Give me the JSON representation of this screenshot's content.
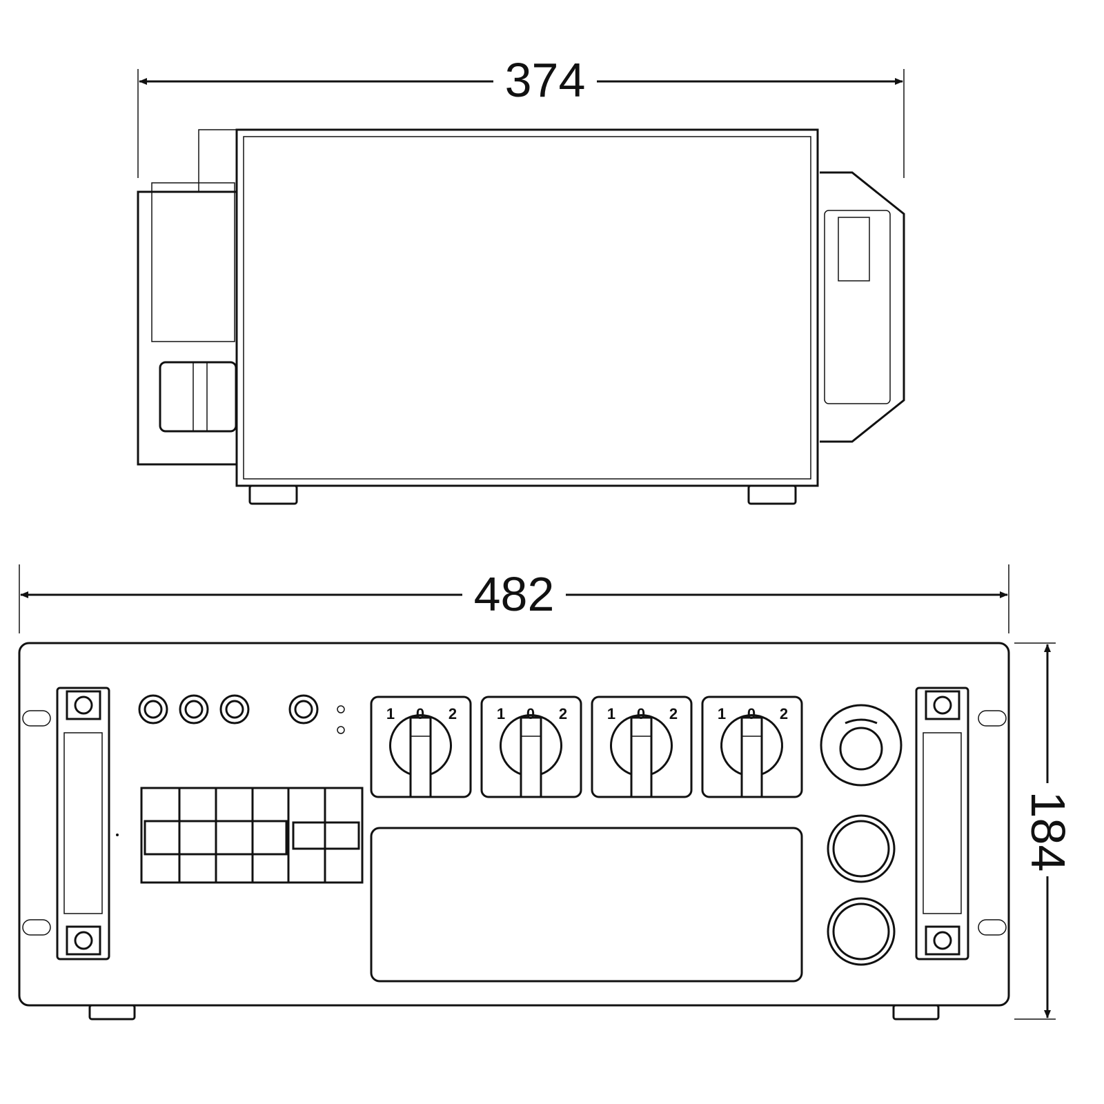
{
  "dimensions": {
    "depth": "374",
    "width": "482",
    "height": "184"
  },
  "switches": [
    {
      "left": "1",
      "center": "0",
      "right": "2"
    },
    {
      "left": "1",
      "center": "0",
      "right": "2"
    },
    {
      "left": "1",
      "center": "0",
      "right": "2"
    },
    {
      "left": "1",
      "center": "0",
      "right": "2"
    }
  ],
  "colors": {
    "line": "#111111",
    "background": "#ffffff"
  }
}
